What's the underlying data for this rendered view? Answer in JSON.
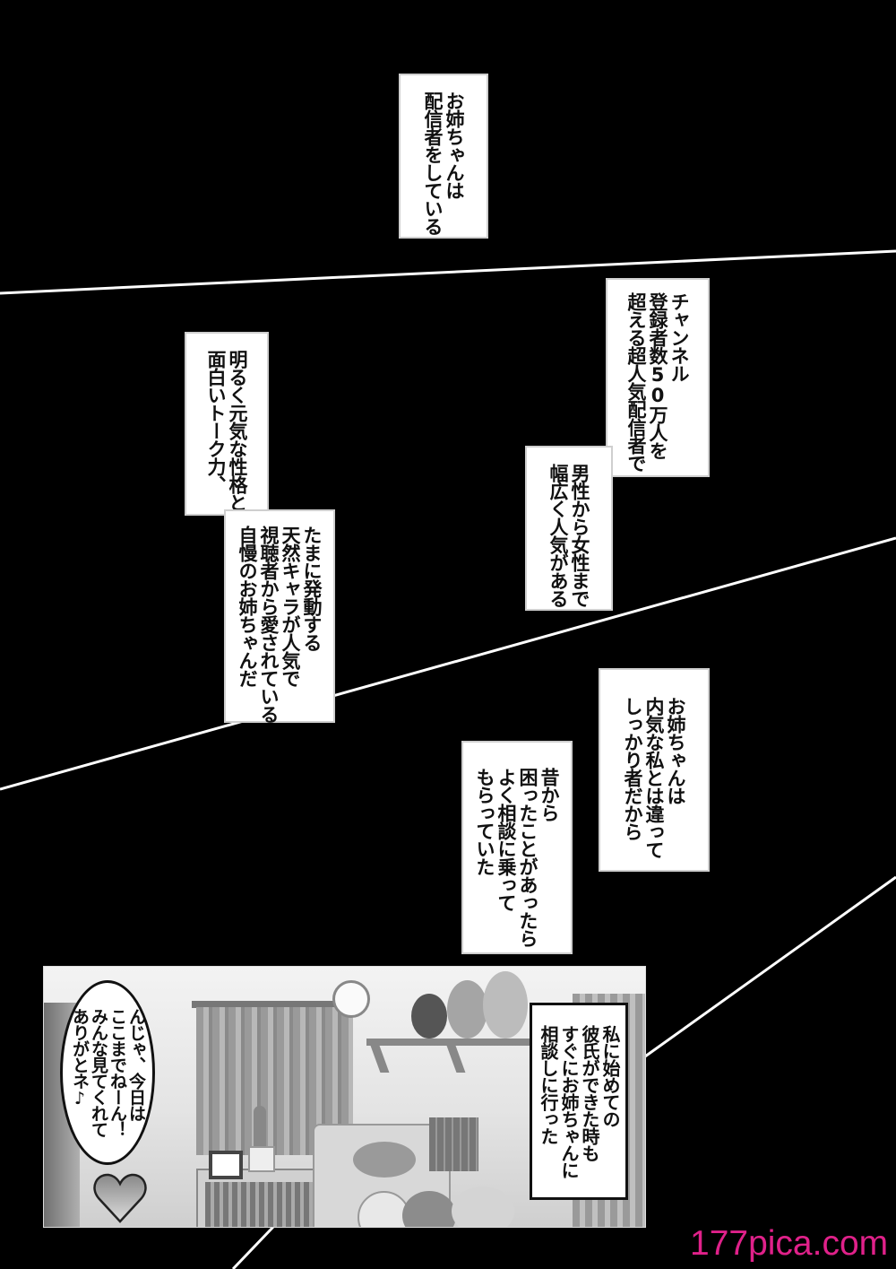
{
  "page": {
    "background_color": "#000000",
    "line_color": "#ffffff"
  },
  "captions": [
    {
      "id": "caption-1",
      "text": "お姉ちゃんは\n配信者をしている"
    },
    {
      "id": "caption-2",
      "text": "チャンネル\n登録者数50万人を\n超える超人気配信者で"
    },
    {
      "id": "caption-3",
      "text": "明るく元気な性格と\n面白いトーク力、"
    },
    {
      "id": "caption-4",
      "text": "男性から女性まで\n幅広く人気がある"
    },
    {
      "id": "caption-5",
      "text": "たまに発動する\n天然キャラが人気で\n視聴者から愛されている\n自慢のお姉ちゃんだ"
    },
    {
      "id": "caption-6",
      "text": "お姉ちゃんは\n内気な私とは違って\nしっかり者だから"
    },
    {
      "id": "caption-7",
      "text": "昔から\n困ったことがあったら\nよく相談に乗って\nもらっていた"
    }
  ],
  "panel": {
    "speech_bubble": "んじゃ、今日は\nここまでねーん！\nみんな見てくれて\nありがとネ♪",
    "narration_box": "私に始めての\n彼氏ができた時も\nすぐにお姉ちゃんに\n相談しに行った"
  },
  "watermark": {
    "text": "177pica.com",
    "color": "#e0218a"
  }
}
